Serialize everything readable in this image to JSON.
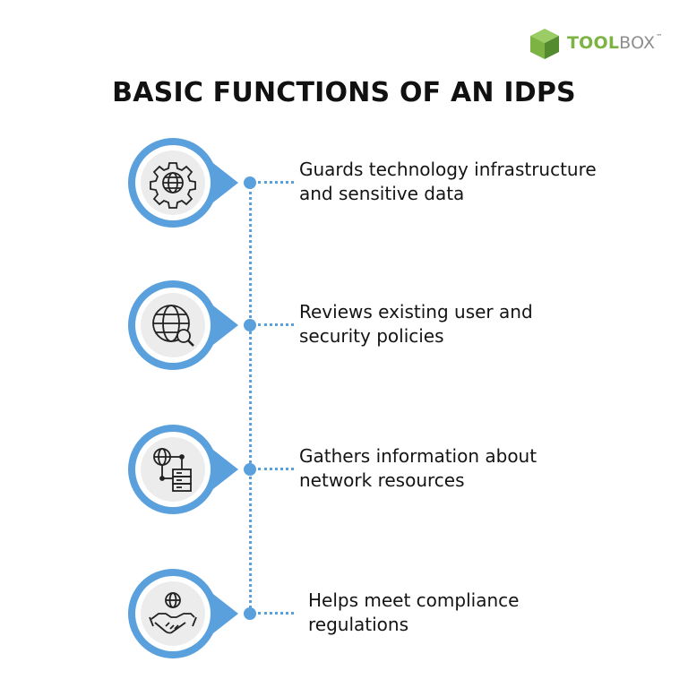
{
  "logo": {
    "brand_part1": "TOOL",
    "brand_part2": "BOX",
    "trademark": "™",
    "accent": "#7cb342"
  },
  "title": "BASIC FUNCTIONS OF AN IDPS",
  "colors": {
    "ring": "#5aa0dd",
    "icon_bg": "#ececec",
    "line": "#5aa0dd"
  },
  "items": [
    {
      "icon": "gear-globe-icon",
      "line1": "Guards technology infrastructure",
      "line2": "and sensitive data"
    },
    {
      "icon": "globe-search-icon",
      "line1": "Reviews existing user and",
      "line2": "security policies"
    },
    {
      "icon": "network-server-icon",
      "line1": "Gathers information about",
      "line2": "network resources"
    },
    {
      "icon": "handshake-globe-icon",
      "line1": "Helps meet compliance",
      "line2": "regulations"
    }
  ]
}
